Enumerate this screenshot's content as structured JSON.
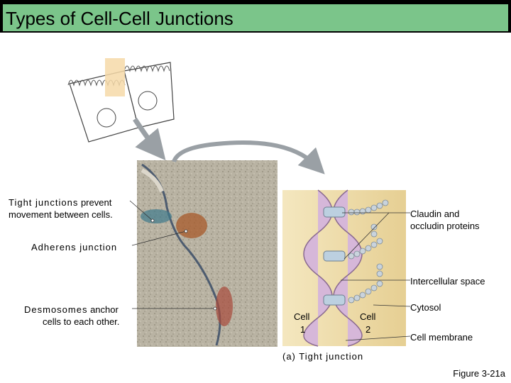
{
  "header": {
    "title": "Types of Cell-Cell Junctions"
  },
  "labels": {
    "tight_bold": "Tight junctions",
    "tight_rest": " prevent",
    "tight_line2": "movement between cells.",
    "adherens": "Adherens junction",
    "desmo_bold": "Desmosomes",
    "desmo_rest": " anchor",
    "desmo_line2": "cells to each other.",
    "claudin_line1": "Claudin and",
    "claudin_line2": "occludin proteins",
    "intercellular": "Intercellular space",
    "cytosol": "Cytosol",
    "membrane": "Cell membrane",
    "cell1_a": "Cell",
    "cell1_b": "1",
    "cell2_a": "Cell",
    "cell2_b": "2",
    "caption": "(a) Tight junction",
    "figure": "Figure 3-21a"
  }
}
